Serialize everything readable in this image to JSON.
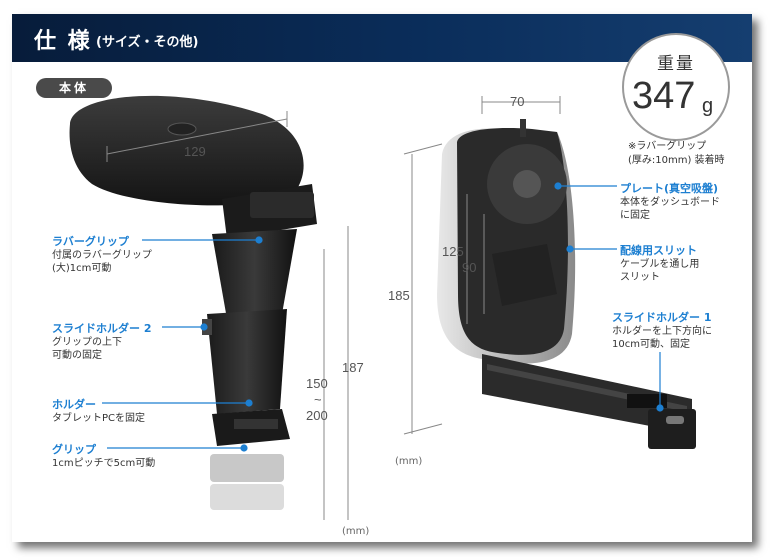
{
  "header": {
    "title_main": "仕 様",
    "title_sub": "(サイズ・その他)"
  },
  "section_label": "本体",
  "weight": {
    "label": "重量",
    "value": "347",
    "unit": "g",
    "note_line1": "※ラバーグリップ",
    "note_line2": "(厚み:10mm) 装着時"
  },
  "left_callouts": [
    {
      "title": "ラバーグリップ",
      "lines": [
        "付属のラバーグリップ",
        "(大)1cm可動"
      ]
    },
    {
      "title": "スライドホルダー 2",
      "lines": [
        "グリップの上下",
        "可動の固定"
      ]
    },
    {
      "title": "ホルダー",
      "lines": [
        "タブレットPCを固定"
      ]
    },
    {
      "title": "グリップ",
      "lines": [
        "1cmピッチで5cm可動"
      ]
    }
  ],
  "right_callouts": [
    {
      "title": "プレート(真空吸盤)",
      "lines": [
        "本体をダッシュボード",
        "に固定"
      ]
    },
    {
      "title": "配線用スリット",
      "lines": [
        "ケーブルを通し用",
        "スリット"
      ]
    },
    {
      "title": "スライドホルダー 1",
      "lines": [
        "ホルダーを上下方向に",
        "10cm可動、固定"
      ]
    }
  ],
  "dimensions": {
    "left": {
      "width": "129",
      "height_range_top": "150",
      "height_range_sep": "~",
      "height_range_bottom": "200",
      "height": "187",
      "unit": "(mm)"
    },
    "right": {
      "width": "70",
      "a": "125",
      "b": "90",
      "height": "185",
      "unit": "(mm)"
    }
  },
  "colors": {
    "header": "#0a2d5a",
    "accent": "#1d7fd1"
  }
}
